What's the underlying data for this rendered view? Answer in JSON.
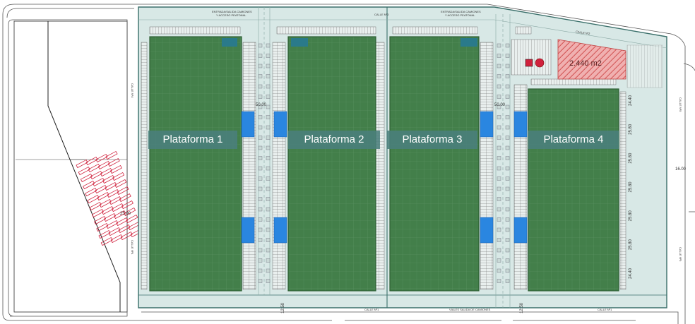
{
  "platforms": [
    {
      "label": "Plataforma 1"
    },
    {
      "label": "Plataforma 2"
    },
    {
      "label": "Plataforma 3"
    },
    {
      "label": "Plataforma 4"
    }
  ],
  "area_label": "2.440 m2",
  "street_labels": {
    "top_access_left": "ENTRADA/SALIDA CAMIONES",
    "top_access_left_2": "Y ACCESO PEATONAL",
    "top_access_right": "ENTRADA/SALIDA CAMIONES",
    "top_access_right_2": "Y ACCESO PEATONAL",
    "top_street": "CALLE Nº3",
    "diagonal_street": "CALLE Nº2",
    "bottom_left": "CALLE Nº1",
    "bottom_mid": "VIALES SALIDA DE CAMIONES",
    "bottom_right": "CALLE Nº1",
    "left_street_top": "CALLE Nº4",
    "left_street_bottom": "CALLE Nº4",
    "right_street_top": "CALLE Nº5",
    "right_street_bottom": "CALLE Nº5"
  },
  "dimensions": {
    "left_width": "25.00",
    "center_gap": "50.00",
    "right_gap": "50.00",
    "bottom_left_gap": "12.50",
    "bottom_right_gap": "12.50",
    "right_width": "16.00",
    "right_stack": [
      "24.40",
      "25.80",
      "25.80",
      "25.80",
      "25.80",
      "25.80",
      "24.40"
    ]
  },
  "colors": {
    "platform_fill": "#3f7a46",
    "platform_stroke": "#2d5e34",
    "water_blue": "#2a86e0",
    "site_fill": "#dce9e7",
    "hatched_area": "#e06060",
    "parking_red": "#d0203c"
  }
}
